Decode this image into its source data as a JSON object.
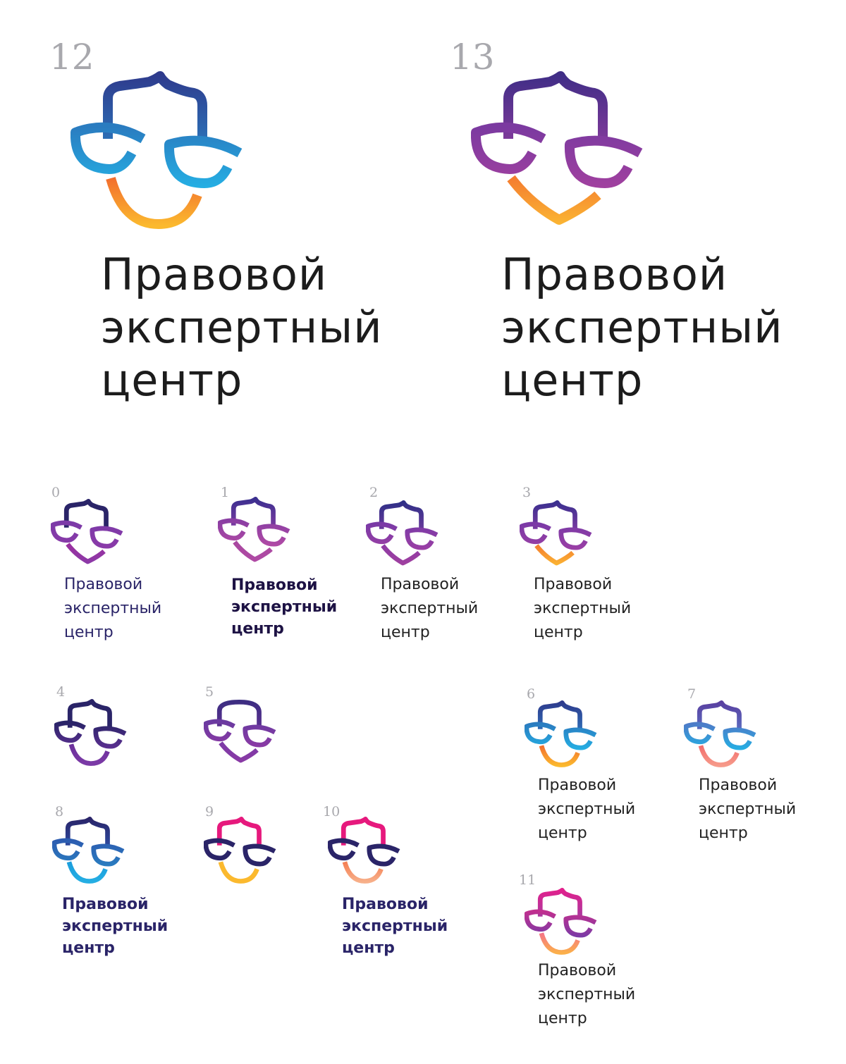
{
  "brand": {
    "lines": [
      "Правовой",
      "экспертный",
      "центр"
    ]
  },
  "variants": [
    {
      "id": "12",
      "size": "big",
      "head": [
        "#2e3a8c",
        "#2c6fb6"
      ],
      "cups": [
        "#2a7cc0",
        "#25aee3"
      ],
      "chin": [
        "#f26b2e",
        "#fbb92e"
      ],
      "chin_type": "round",
      "head_type": "tip",
      "text_color": "#1c1c1c",
      "bold": false,
      "has_text": true
    },
    {
      "id": "13",
      "size": "big",
      "head": [
        "#3f2d86",
        "#7e3a9a"
      ],
      "cups": [
        "#7b3aa0",
        "#a0409f"
      ],
      "chin": [
        "#f47b2f",
        "#fbb633"
      ],
      "chin_type": "v",
      "head_type": "tip",
      "text_color": "#1c1c1c",
      "bold": false,
      "has_text": true
    },
    {
      "id": "0",
      "size": "small",
      "head": [
        "#2a2468",
        "#2a2468"
      ],
      "cups": [
        "#7c3aa8",
        "#8a3aa8"
      ],
      "chin": [
        "#9b2f9e",
        "#8b3aa8"
      ],
      "chin_type": "v",
      "head_type": "tip",
      "text_color": "#2a2468",
      "bold": false,
      "has_text": true
    },
    {
      "id": "1",
      "size": "small",
      "head": [
        "#3a2f8f",
        "#7a3aa0"
      ],
      "cups": [
        "#8a3ea3",
        "#b04aa5"
      ],
      "chin": [
        "#a8479f",
        "#b04aa5"
      ],
      "chin_type": "v",
      "head_type": "tip",
      "text_color": "#1d1244",
      "bold": true,
      "has_text": true
    },
    {
      "id": "2",
      "size": "small",
      "head": [
        "#2e2f86",
        "#6a3a9c"
      ],
      "cups": [
        "#7a3aa6",
        "#9a3fa5"
      ],
      "chin": [
        "#8d3aa5",
        "#a0409f"
      ],
      "chin_type": "v",
      "head_type": "tip",
      "text_color": "#222222",
      "bold": false,
      "has_text": true
    },
    {
      "id": "3",
      "size": "small",
      "head": [
        "#3a2f8f",
        "#7a3aa0"
      ],
      "cups": [
        "#7b3aa6",
        "#9a3fa5"
      ],
      "chin": [
        "#f47b2f",
        "#fbb633"
      ],
      "chin_type": "v",
      "head_type": "tip",
      "text_color": "#222222",
      "bold": false,
      "has_text": true
    },
    {
      "id": "4",
      "size": "small",
      "head": [
        "#2a2468",
        "#2a2468"
      ],
      "cups": [
        "#2a2468",
        "#5a2f90"
      ],
      "chin": [
        "#6a2f9a",
        "#7b3aa6"
      ],
      "chin_type": "round",
      "head_type": "tip",
      "has_text": false
    },
    {
      "id": "5",
      "size": "small",
      "head": [
        "#3a2d80",
        "#5a3090"
      ],
      "cups": [
        "#6a3aa0",
        "#8a3aa5"
      ],
      "chin": [
        "#7b3aa6",
        "#8a3aa5"
      ],
      "chin_type": "v",
      "head_type": "round",
      "has_text": false
    },
    {
      "id": "6",
      "size": "small",
      "head": [
        "#2e3a8c",
        "#2e6cb6"
      ],
      "cups": [
        "#2a7cc0",
        "#25aee3"
      ],
      "chin": [
        "#f26b2e",
        "#fbb92e"
      ],
      "chin_type": "round",
      "head_type": "tip",
      "text_color": "#222222",
      "bold": false,
      "has_text": true
    },
    {
      "id": "7",
      "size": "small",
      "head": [
        "#5a3fa0",
        "#5a6cc0"
      ],
      "cups": [
        "#4d7cc8",
        "#25aee3"
      ],
      "chin": [
        "#f26b6b",
        "#f69a8a"
      ],
      "chin_type": "round",
      "head_type": "tip",
      "text_color": "#222222",
      "bold": false,
      "has_text": true
    },
    {
      "id": "8",
      "size": "small",
      "head": [
        "#2a2468",
        "#2c4aa0"
      ],
      "cups": [
        "#2c5cb0",
        "#2a7cc0"
      ],
      "chin": [
        "#1a9cdc",
        "#25aee3"
      ],
      "chin_type": "round",
      "head_type": "tip",
      "text_color": "#2a2468",
      "bold": true,
      "has_text": true
    },
    {
      "id": "9",
      "size": "small",
      "head": [
        "#e6197d",
        "#e6197d"
      ],
      "cups": [
        "#2a2468",
        "#2a2468"
      ],
      "chin": [
        "#fbb92e",
        "#fbb92e"
      ],
      "chin_type": "round",
      "head_type": "tip",
      "has_text": false
    },
    {
      "id": "10",
      "size": "small",
      "head": [
        "#e6197d",
        "#e6197d"
      ],
      "cups": [
        "#2a2468",
        "#2a2468"
      ],
      "chin": [
        "#f47b4f",
        "#f7b08a"
      ],
      "chin_type": "round",
      "head_type": "tip",
      "text_color": "#2a2468",
      "bold": true,
      "has_text": true
    },
    {
      "id": "11",
      "size": "small",
      "head": [
        "#e2208c",
        "#a83aa0"
      ],
      "cups": [
        "#c0308f",
        "#7b3aa6"
      ],
      "chin": [
        "#f4708a",
        "#fbb04a"
      ],
      "chin_type": "round",
      "head_type": "tip",
      "text_color": "#222222",
      "bold": false,
      "has_text": true
    }
  ]
}
